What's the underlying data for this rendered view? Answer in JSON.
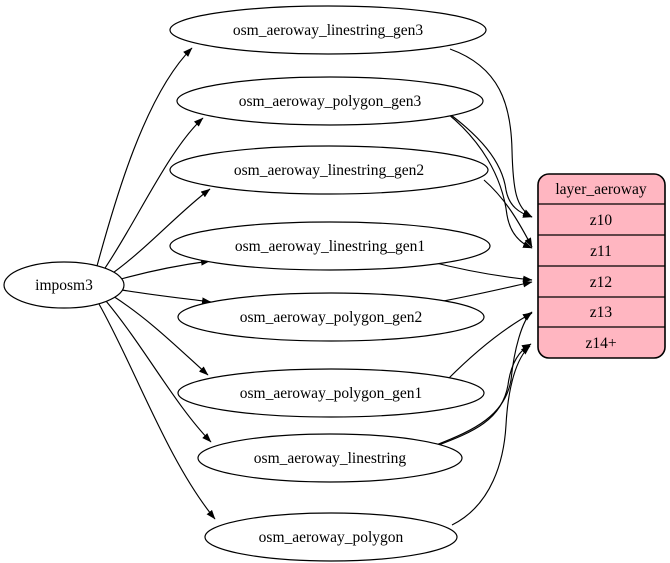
{
  "diagram": {
    "source": {
      "label": "imposm3"
    },
    "tables": [
      {
        "label": "osm_aeroway_linestring_gen3"
      },
      {
        "label": "osm_aeroway_polygon_gen3"
      },
      {
        "label": "osm_aeroway_linestring_gen2"
      },
      {
        "label": "osm_aeroway_linestring_gen1"
      },
      {
        "label": "osm_aeroway_polygon_gen2"
      },
      {
        "label": "osm_aeroway_polygon_gen1"
      },
      {
        "label": "osm_aeroway_linestring"
      },
      {
        "label": "osm_aeroway_polygon"
      }
    ],
    "layer": {
      "title": "layer_aeroway",
      "rows": [
        {
          "label": "z10"
        },
        {
          "label": "z11"
        },
        {
          "label": "z12"
        },
        {
          "label": "z13"
        },
        {
          "label": "z14+"
        }
      ]
    },
    "edges": {
      "from_source_to": [
        "osm_aeroway_linestring_gen3",
        "osm_aeroway_polygon_gen3",
        "osm_aeroway_linestring_gen2",
        "osm_aeroway_linestring_gen1",
        "osm_aeroway_polygon_gen2",
        "osm_aeroway_polygon_gen1",
        "osm_aeroway_linestring",
        "osm_aeroway_polygon"
      ],
      "table_to_layer": [
        {
          "from": "osm_aeroway_linestring_gen3",
          "to": "z10"
        },
        {
          "from": "osm_aeroway_polygon_gen3",
          "to": "z10"
        },
        {
          "from": "osm_aeroway_polygon_gen3",
          "to": "z11"
        },
        {
          "from": "osm_aeroway_linestring_gen2",
          "to": "z11"
        },
        {
          "from": "osm_aeroway_linestring_gen1",
          "to": "z12"
        },
        {
          "from": "osm_aeroway_polygon_gen2",
          "to": "z12"
        },
        {
          "from": "osm_aeroway_polygon_gen1",
          "to": "z13"
        },
        {
          "from": "osm_aeroway_linestring",
          "to": "z13"
        },
        {
          "from": "osm_aeroway_linestring",
          "to": "z14+"
        },
        {
          "from": "osm_aeroway_polygon",
          "to": "z14+"
        }
      ]
    },
    "colors": {
      "layer_fill": "#ffb6c1",
      "node_fill": "#ffffff",
      "stroke": "#000000"
    }
  }
}
